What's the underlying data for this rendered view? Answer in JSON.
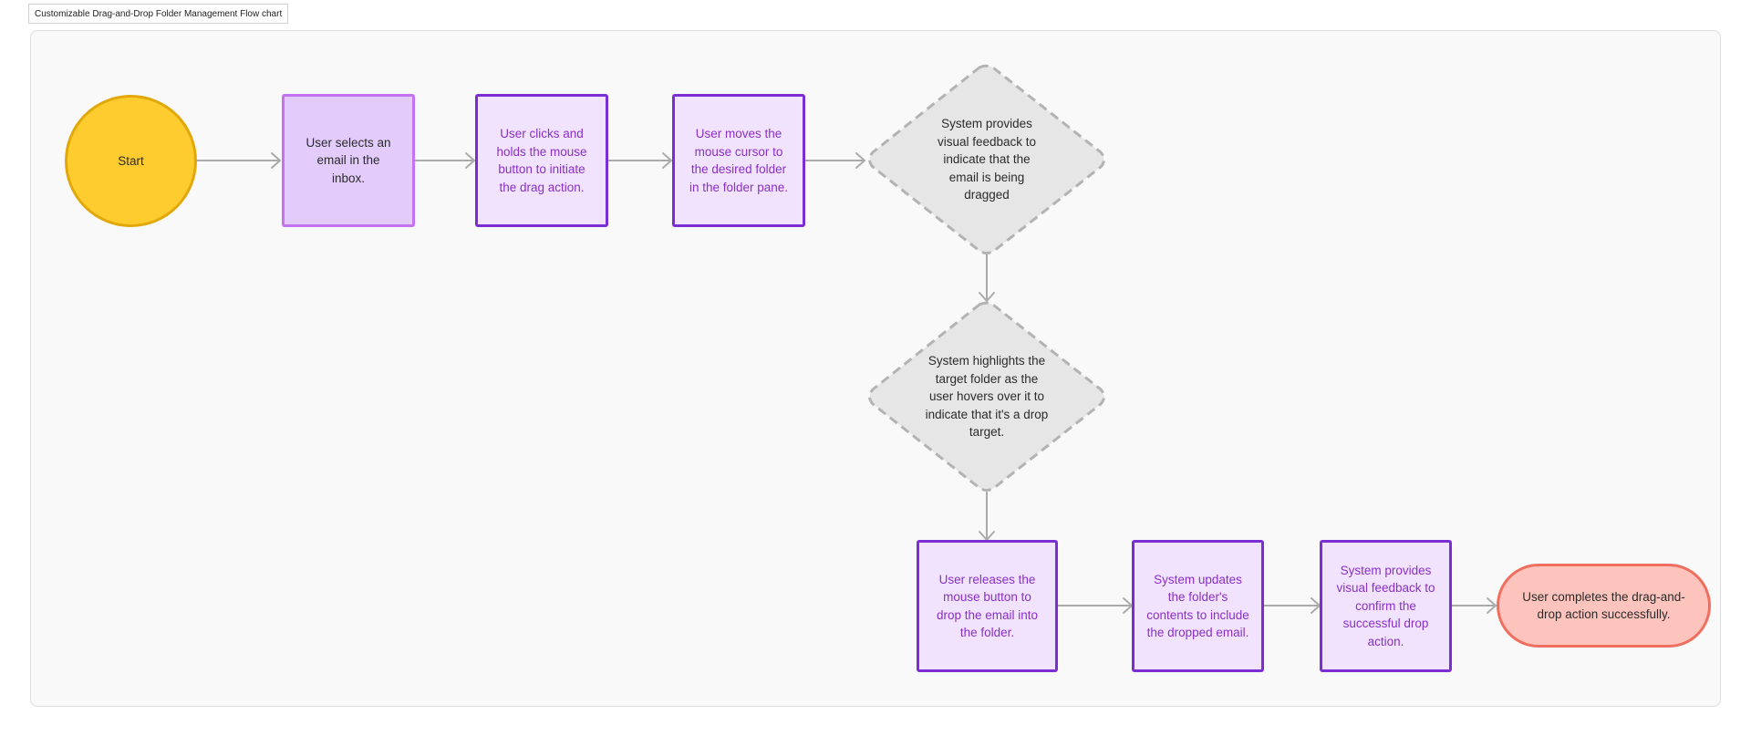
{
  "header": {
    "title": "Customizable Drag-and-Drop Folder Management Flow chart"
  },
  "colors": {
    "start_fill": "#fecc2f",
    "start_border": "#e2a80a",
    "step_fill": "#f1e3fd",
    "step_border": "#7a2ed4",
    "step_text": "#8a2fc8",
    "first_step_fill": "#e3ccfc",
    "first_step_border": "#c472f0",
    "decision_fill": "#e6e6e6",
    "decision_border": "#b3b3b3",
    "end_fill": "#fdc4bd",
    "end_border": "#ef6e5e",
    "edge": "#aaaaaa"
  },
  "nodes": {
    "start": {
      "label": "Start"
    },
    "select_email": {
      "label": "User selects an email in the inbox."
    },
    "click_hold": {
      "label": "User clicks and holds the mouse button to initiate the drag action."
    },
    "move_cursor": {
      "label": "User moves the mouse cursor to the desired folder in the folder pane."
    },
    "feedback_dragged": {
      "label": "System provides visual feedback to indicate that the email is being dragged"
    },
    "highlight_target": {
      "label": "System highlights the target folder as the user hovers over it to indicate that it's a drop target."
    },
    "release_button": {
      "label": "User releases the mouse button to drop the email into the folder."
    },
    "update_contents": {
      "label": "System updates the folder's contents to include the dropped email."
    },
    "confirm_drop": {
      "label": "System provides visual feedback to confirm the successful drop action."
    },
    "end": {
      "label": "User completes the drag-and-drop action successfully."
    }
  },
  "edges": [
    [
      "start",
      "select_email"
    ],
    [
      "select_email",
      "click_hold"
    ],
    [
      "click_hold",
      "move_cursor"
    ],
    [
      "move_cursor",
      "feedback_dragged"
    ],
    [
      "feedback_dragged",
      "highlight_target"
    ],
    [
      "highlight_target",
      "release_button"
    ],
    [
      "release_button",
      "update_contents"
    ],
    [
      "update_contents",
      "confirm_drop"
    ],
    [
      "confirm_drop",
      "end"
    ]
  ]
}
